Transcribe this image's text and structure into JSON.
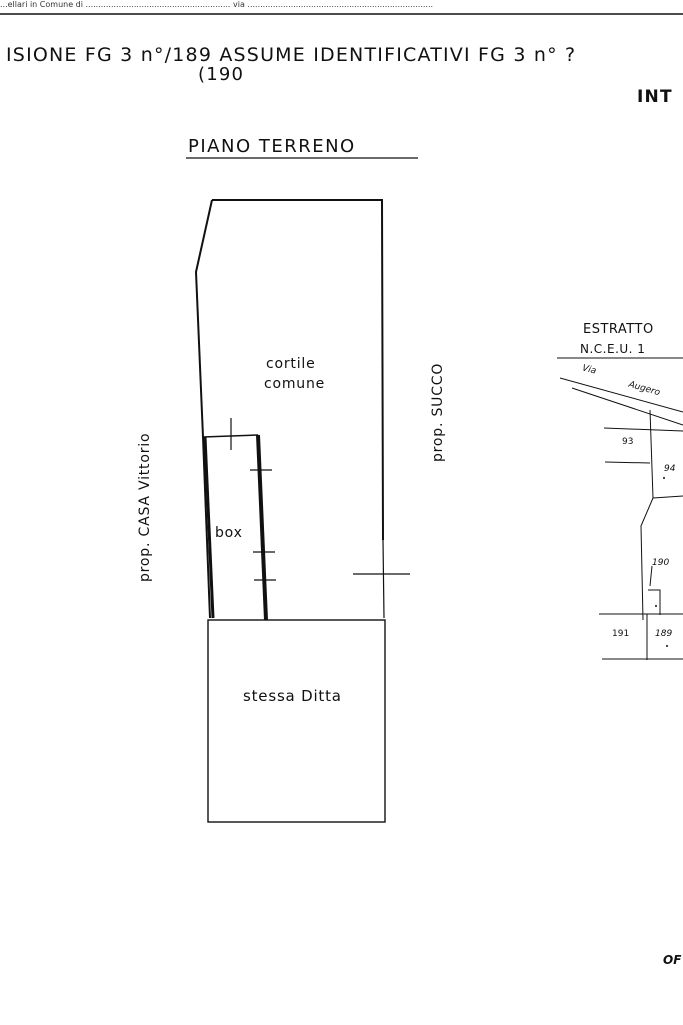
{
  "header": {
    "top_line": "...ellari in Comune di ......................................................... via .........................................................................",
    "title_main": "ISIONE  FG 3 n°/189 ASSUME  IDENTIFICATIVI   FG 3 n°  ?",
    "title_sub": "(190",
    "right_label": "INT"
  },
  "plan": {
    "floor_title": "PIANO   TERRENO",
    "courtyard_line1": "cortile",
    "courtyard_line2": "comune",
    "box_label": "box",
    "same_owner": "stessa   Ditta",
    "left_owner": "prop.  CASA   Vittorio",
    "right_owner": "prop.   SUCCO"
  },
  "extract": {
    "title": "ESTRATTO",
    "register": "N.C.E.U.   1",
    "street1": "Via",
    "street2": "Augero",
    "parcels": [
      "93",
      "94",
      "190",
      "191",
      "189"
    ]
  },
  "footer": {
    "corner_text": "OF"
  }
}
